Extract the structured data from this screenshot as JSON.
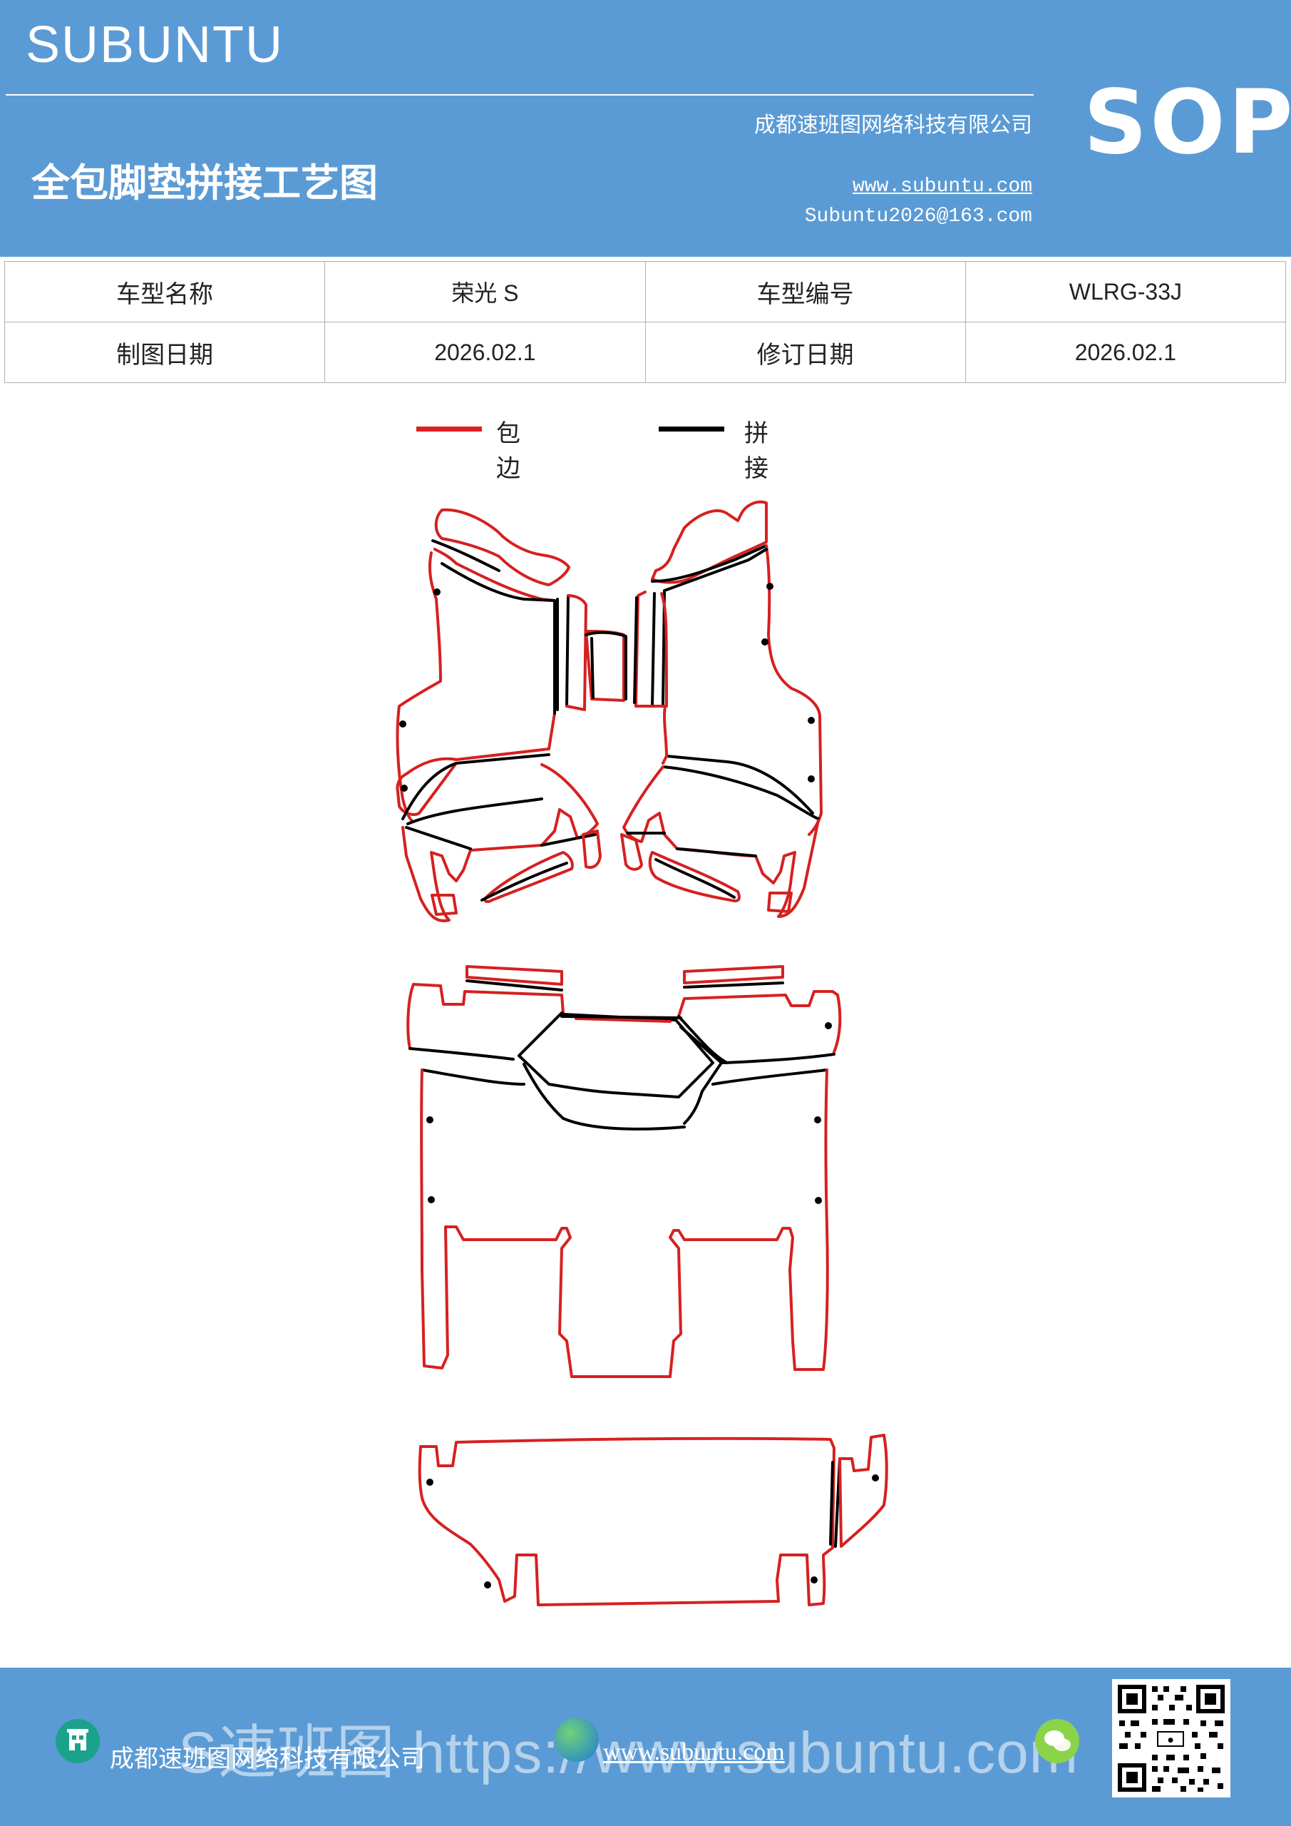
{
  "header": {
    "brand": "SUBUNTU",
    "company": "成都速班图网络科技有限公司",
    "title": "全包脚垫拼接工艺图",
    "website": "www.subuntu.com",
    "email": "Subuntu2026@163.com",
    "badge": "SOP",
    "background_color": "#5b9bd5"
  },
  "info_table": {
    "rows": [
      [
        "车型名称",
        "荣光 S",
        "车型编号",
        "WLRG-33J"
      ],
      [
        "制图日期",
        "2026.02.1",
        "修订日期",
        "2026.02.1"
      ]
    ]
  },
  "legend": {
    "items": [
      {
        "label": "包边",
        "color": "#e02020"
      },
      {
        "label": "拼接",
        "color": "#000000"
      }
    ]
  },
  "footer": {
    "company": "成都速班图网络科技有限公司",
    "website": "www.subuntu.com",
    "watermark": "S速班图 https://www.subuntu.com",
    "icons": [
      "building-icon",
      "globe-icon",
      "wechat-icon",
      "qr-code"
    ]
  }
}
